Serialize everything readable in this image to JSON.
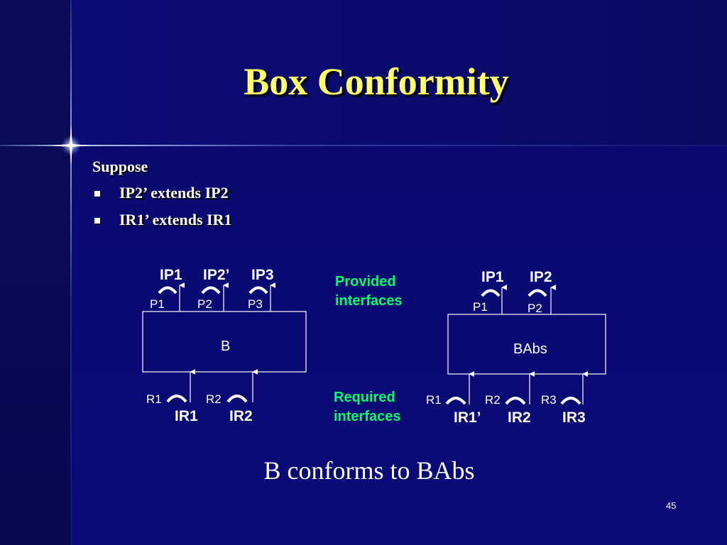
{
  "slide": {
    "title": "Box Conformity",
    "intro": "Suppose",
    "bullets": [
      "IP2’ extends IP2",
      "IR1’ extends IR1"
    ],
    "conclusion": "B conforms to BAbs",
    "page_number": "45"
  },
  "diagram": {
    "legend": {
      "provided_line1": "Provided",
      "provided_line2": "interfaces",
      "required_line1": "Required",
      "required_line2": "interfaces"
    },
    "box_b": {
      "name": "B",
      "provided": [
        {
          "interface": "IP1",
          "port": "P1"
        },
        {
          "interface": "IP2’",
          "port": "P2"
        },
        {
          "interface": "IP3",
          "port": "P3"
        }
      ],
      "required": [
        {
          "interface": "IR1",
          "port": "R1"
        },
        {
          "interface": "IR2",
          "port": "R2"
        }
      ]
    },
    "box_babs": {
      "name": "BAbs",
      "provided": [
        {
          "interface": "IP1",
          "port": "P1"
        },
        {
          "interface": "IP2",
          "port": "P2"
        }
      ],
      "required": [
        {
          "interface": "IR1’",
          "port": "R1"
        },
        {
          "interface": "IR2",
          "port": "R2"
        },
        {
          "interface": "IR3",
          "port": "R3"
        }
      ]
    },
    "colors": {
      "accent_title": "#ffff66",
      "legend_green": "#00ff66",
      "background": "#0b0b7a"
    }
  }
}
